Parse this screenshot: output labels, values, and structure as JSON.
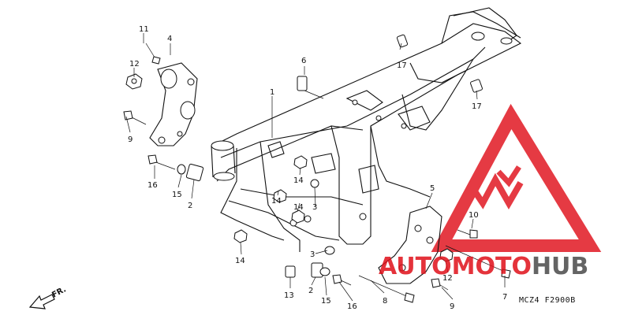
{
  "labels": {
    "l1": "1",
    "l2a": "2",
    "l2b": "2",
    "l3a": "3",
    "l3b": "3",
    "l4": "4",
    "l5": "5",
    "l6": "6",
    "l7": "7",
    "l8": "8",
    "l9a": "9",
    "l9b": "9",
    "l10": "10",
    "l11": "11",
    "l12a": "12",
    "l12b": "12",
    "l13": "13",
    "l14a": "14",
    "l14b": "14",
    "l14c": "14",
    "l14d": "14",
    "l15a": "15",
    "l15b": "15",
    "l16a": "16",
    "l16b": "16",
    "l17a": "17",
    "l17b": "17"
  },
  "fr_label": "FR.",
  "diagram_code": "MCZ4  F2900B",
  "watermark": {
    "part1": "AUTO",
    "part2": "MOTO",
    "part3": "HUB",
    "red": "#e0101a",
    "gray": "#4a4a4a"
  }
}
